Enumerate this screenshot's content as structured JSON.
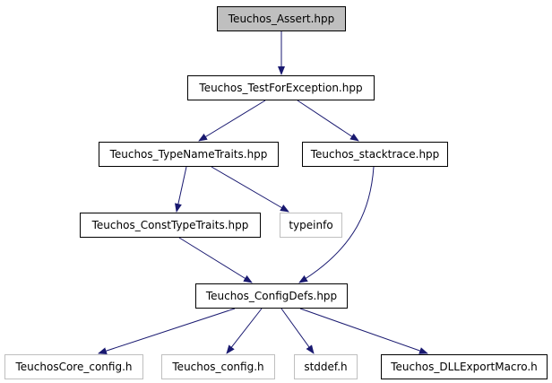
{
  "diagram": {
    "colors": {
      "edge": "#191970",
      "focus_fill": "#bfbfbf",
      "node_border": "#000000",
      "external_border": "#bfbfbf"
    },
    "nodes": [
      {
        "id": "assert",
        "label": "Teuchos_Assert.hpp",
        "kind": "focus"
      },
      {
        "id": "testforexception",
        "label": "Teuchos_TestForException.hpp",
        "kind": "documented"
      },
      {
        "id": "typenametraits",
        "label": "Teuchos_TypeNameTraits.hpp",
        "kind": "documented"
      },
      {
        "id": "stacktrace",
        "label": "Teuchos_stacktrace.hpp",
        "kind": "documented"
      },
      {
        "id": "consttypetraits",
        "label": "Teuchos_ConstTypeTraits.hpp",
        "kind": "documented"
      },
      {
        "id": "typeinfo",
        "label": "typeinfo",
        "kind": "external"
      },
      {
        "id": "configdefs",
        "label": "Teuchos_ConfigDefs.hpp",
        "kind": "documented"
      },
      {
        "id": "coreconfig",
        "label": "TeuchosCore_config.h",
        "kind": "external"
      },
      {
        "id": "config",
        "label": "Teuchos_config.h",
        "kind": "external"
      },
      {
        "id": "stddef",
        "label": "stddef.h",
        "kind": "external"
      },
      {
        "id": "dllexport",
        "label": "Teuchos_DLLExportMacro.h",
        "kind": "documented"
      }
    ],
    "edges": [
      {
        "from": "assert",
        "to": "testforexception"
      },
      {
        "from": "testforexception",
        "to": "typenametraits"
      },
      {
        "from": "testforexception",
        "to": "stacktrace"
      },
      {
        "from": "typenametraits",
        "to": "consttypetraits"
      },
      {
        "from": "typenametraits",
        "to": "typeinfo"
      },
      {
        "from": "consttypetraits",
        "to": "configdefs"
      },
      {
        "from": "stacktrace",
        "to": "configdefs"
      },
      {
        "from": "configdefs",
        "to": "coreconfig"
      },
      {
        "from": "configdefs",
        "to": "config"
      },
      {
        "from": "configdefs",
        "to": "stddef"
      },
      {
        "from": "configdefs",
        "to": "dllexport"
      }
    ]
  }
}
